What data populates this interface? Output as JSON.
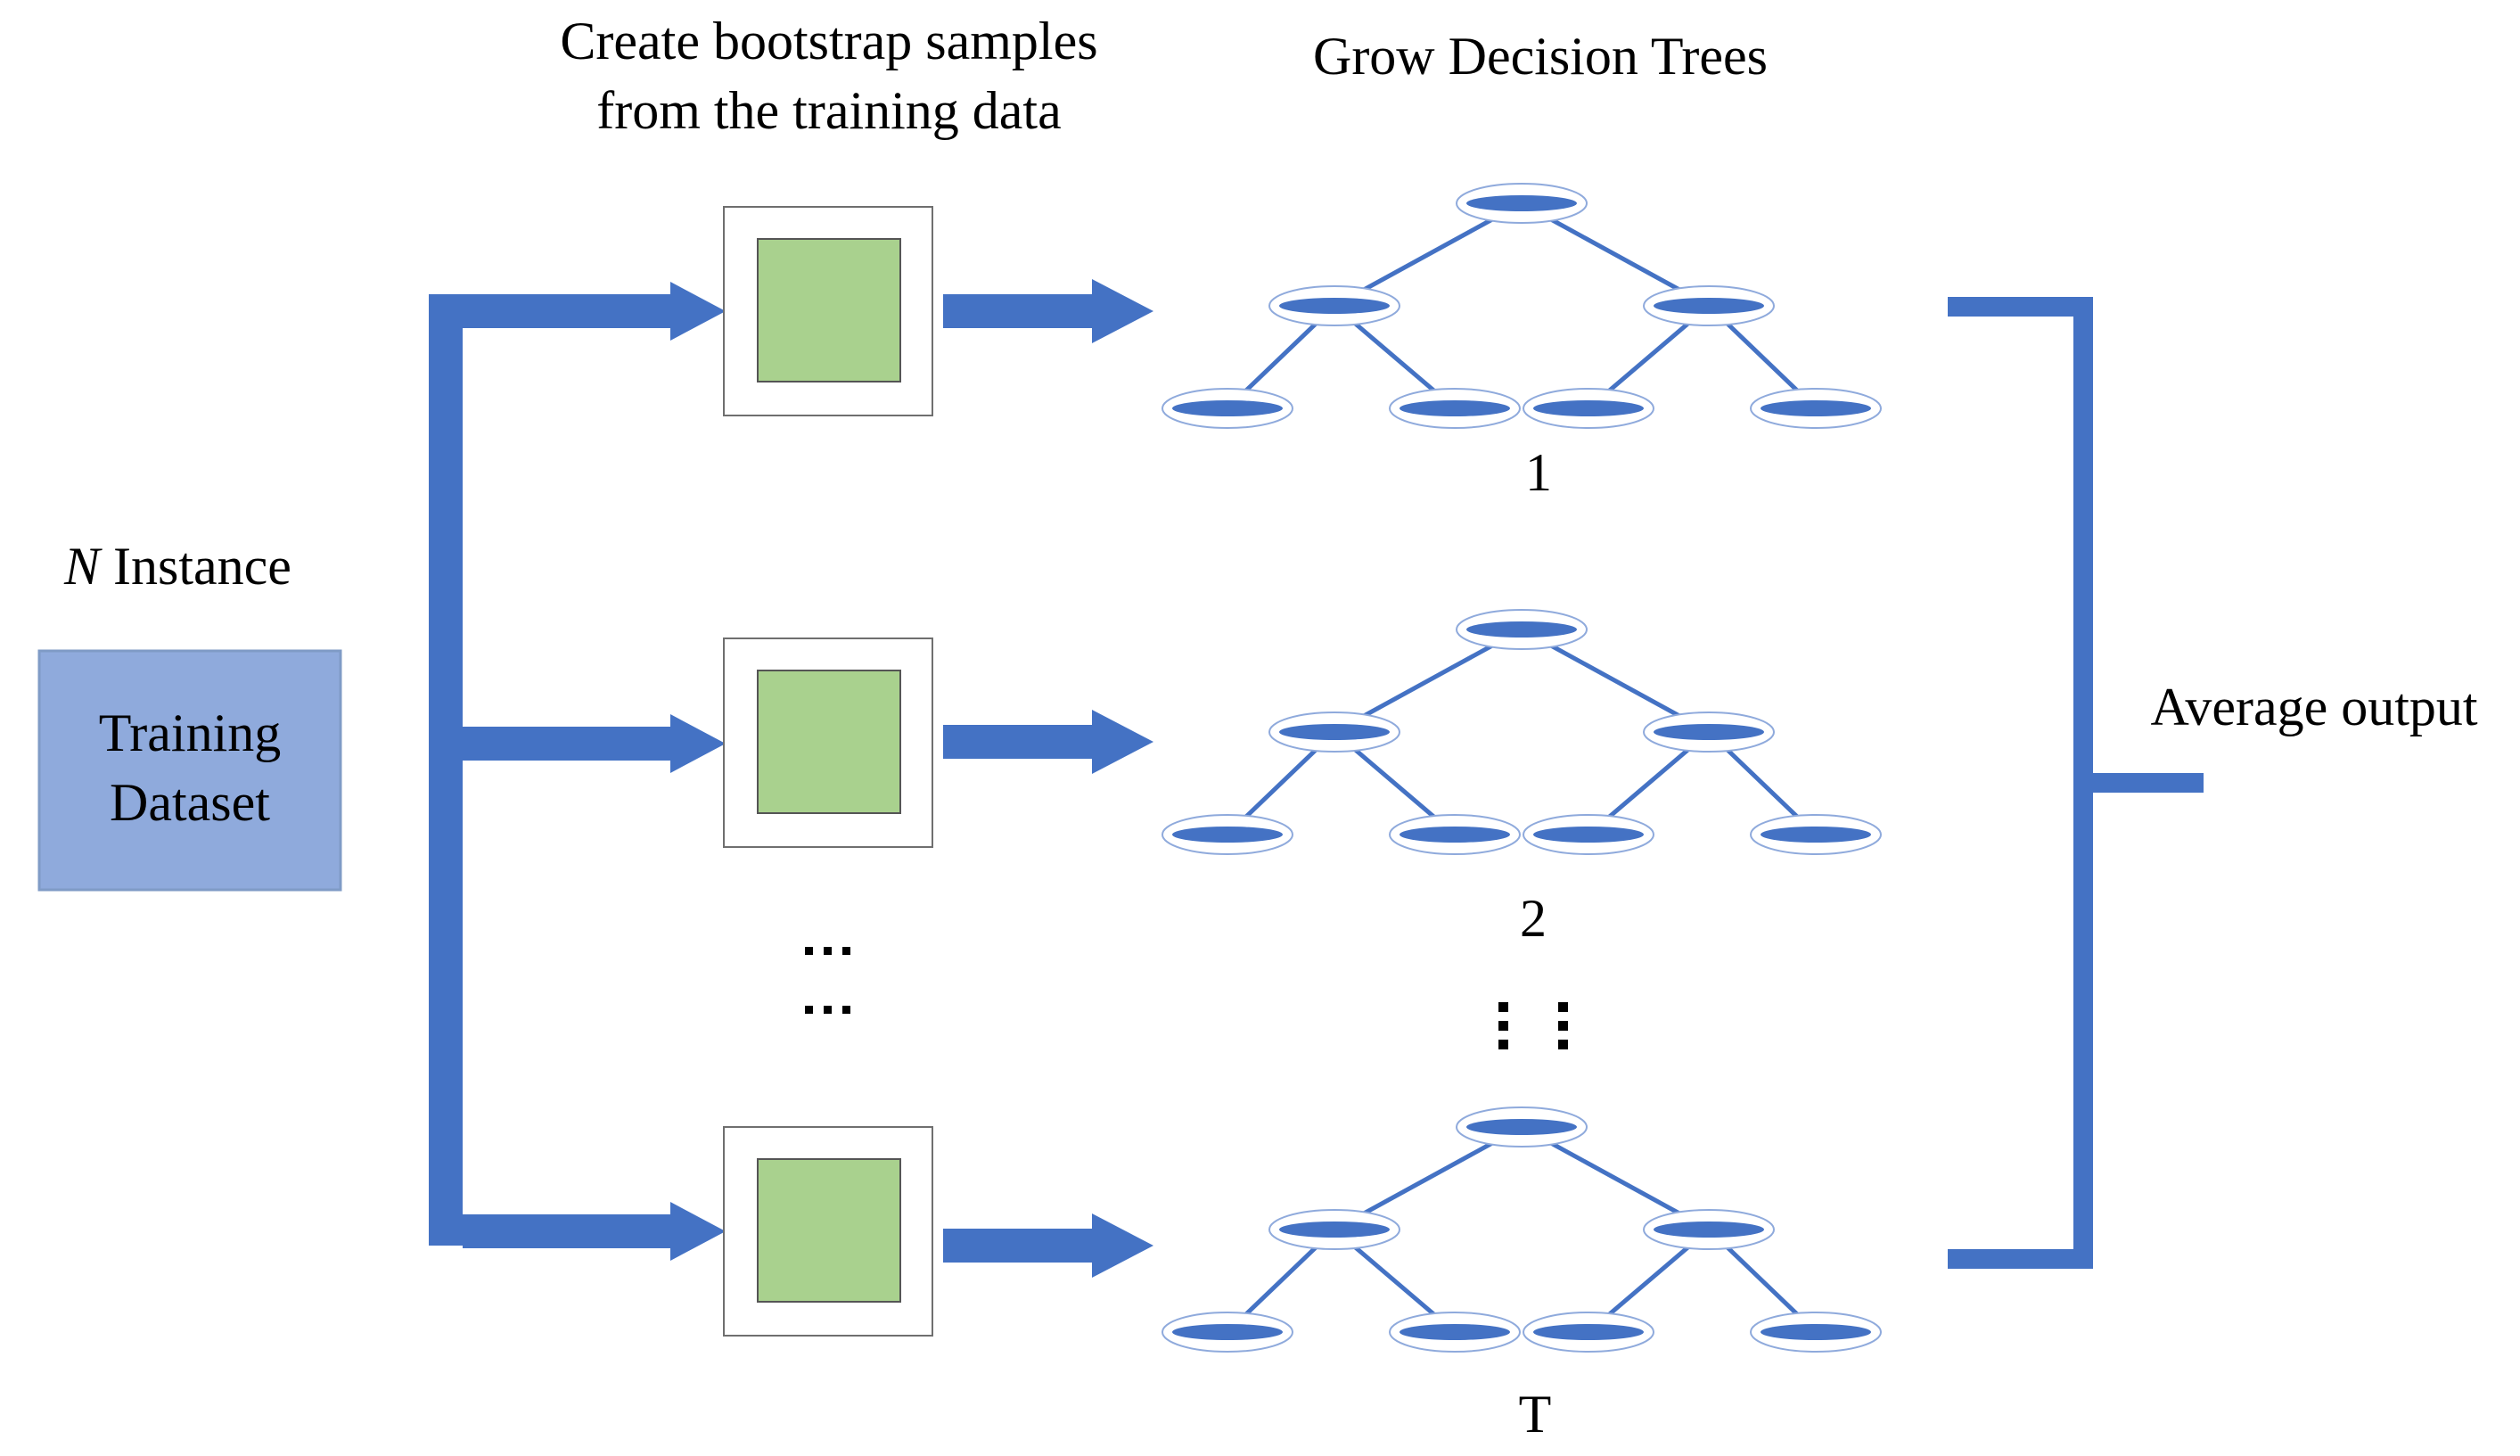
{
  "header": {
    "bootstrap_line1": "Create bootstrap samples",
    "bootstrap_line2": "from the training data",
    "trees_title": "Grow Decision Trees"
  },
  "input": {
    "instance_var": "N",
    "instance_word": " Instance",
    "dataset_line1": "Training",
    "dataset_line2": "Dataset"
  },
  "trees": [
    {
      "label": "1"
    },
    {
      "label": "2"
    },
    {
      "label": "T"
    }
  ],
  "output": {
    "label": "Average output"
  },
  "colors": {
    "flow_blue": "#4472C4",
    "dataset_fill": "#8FAADC",
    "dataset_border": "#7F9BC6",
    "sample_fill": "#A9D18E",
    "sample_border": "#6F6F6F",
    "node_fill": "#4472C4",
    "node_ring": "#8FAADC"
  },
  "icons": {
    "sample_box": "bootstrap-sample-icon",
    "tree": "decision-tree-icon",
    "ellipsis": "vertical-ellipsis"
  }
}
